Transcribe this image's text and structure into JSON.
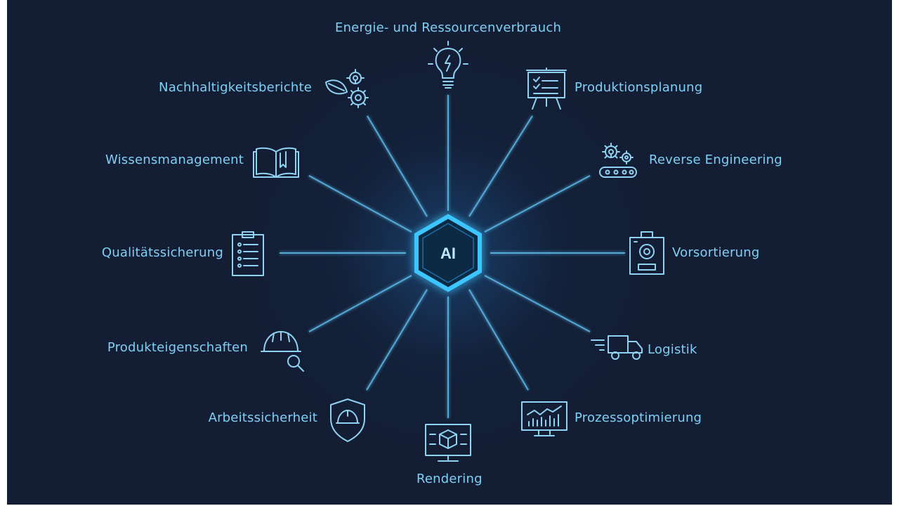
{
  "center": {
    "label": "AI"
  },
  "nodes": [
    {
      "label": "Energie- und Ressourcenverbrauch",
      "icon": "lightbulb-icon"
    },
    {
      "label": "Produktionsplanung",
      "icon": "presentation-board-icon"
    },
    {
      "label": "Reverse Engineering",
      "icon": "gears-conveyor-icon"
    },
    {
      "label": "Vorsortierung",
      "icon": "sorting-machine-icon"
    },
    {
      "label": "Logistik",
      "icon": "delivery-truck-icon"
    },
    {
      "label": "Prozessoptimierung",
      "icon": "monitor-chart-icon"
    },
    {
      "label": "Rendering",
      "icon": "monitor-cube-icon"
    },
    {
      "label": "Arbeitssicherheit",
      "icon": "shield-helmet-icon"
    },
    {
      "label": "Produkteigenschaften",
      "icon": "helmet-magnifier-icon"
    },
    {
      "label": "Qualitätssicherung",
      "icon": "clipboard-checklist-icon"
    },
    {
      "label": "Wissensmanagement",
      "icon": "open-book-icon"
    },
    {
      "label": "Nachhaltigkeitsberichte",
      "icon": "leaf-gears-icon"
    }
  ],
  "colors": {
    "background": "#131d33",
    "accent": "#7fd0f5",
    "line": "#5bb8e8",
    "hex_fill": "#0f2a45"
  }
}
